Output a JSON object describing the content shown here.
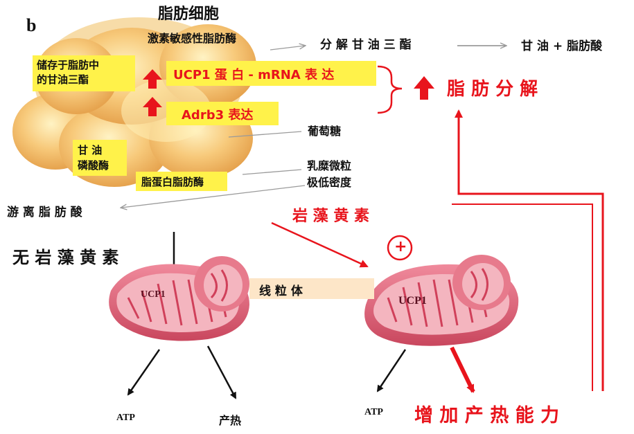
{
  "panel_letter": "b",
  "title": "脂肪细胞",
  "labels": {
    "hormone_lipase": "激素敏感性脂肪酶",
    "decompose_tg": "分 解 甘 油 三 酯",
    "products": "甘 油 + 脂肪酸",
    "stored_tg": "储存于脂肪中\n的甘油三酯",
    "ucp1_mrna": "UCP1 蛋 白 - mRNA 表 达",
    "adrb3": "Adrb3 表达",
    "lipolysis": "脂 肪 分 解",
    "glucose": "葡萄糖",
    "glycerol_kinase": "甘 油\n磷酸酶",
    "chylomicron": "乳糜微粒\n极低密度",
    "lpl": "脂蛋白脂肪酶",
    "free_fa": "游 离 脂 肪 酸",
    "fucoxanthin": "岩  藻  黄  素",
    "plus": "+",
    "no_fucoxanthin": "无 岩 藻 黄 素",
    "mitochondria": "线      粒      体",
    "ucp1_left": "UCP1",
    "ucp1_right": "UCP1",
    "atp_left": "ATP",
    "heat_left": "产热",
    "atp_right": "ATP",
    "increase_heat": "增 加 产 热 能 力"
  },
  "colors": {
    "red": "#e8141c",
    "yellow_box": "#fff24a",
    "label_box": "#fde6c8",
    "mito_outer": "#e77a8c",
    "mito_inner": "#f4b5bf",
    "mito_cristae": "#d0405a",
    "fat_cell": "#f7c97a"
  }
}
